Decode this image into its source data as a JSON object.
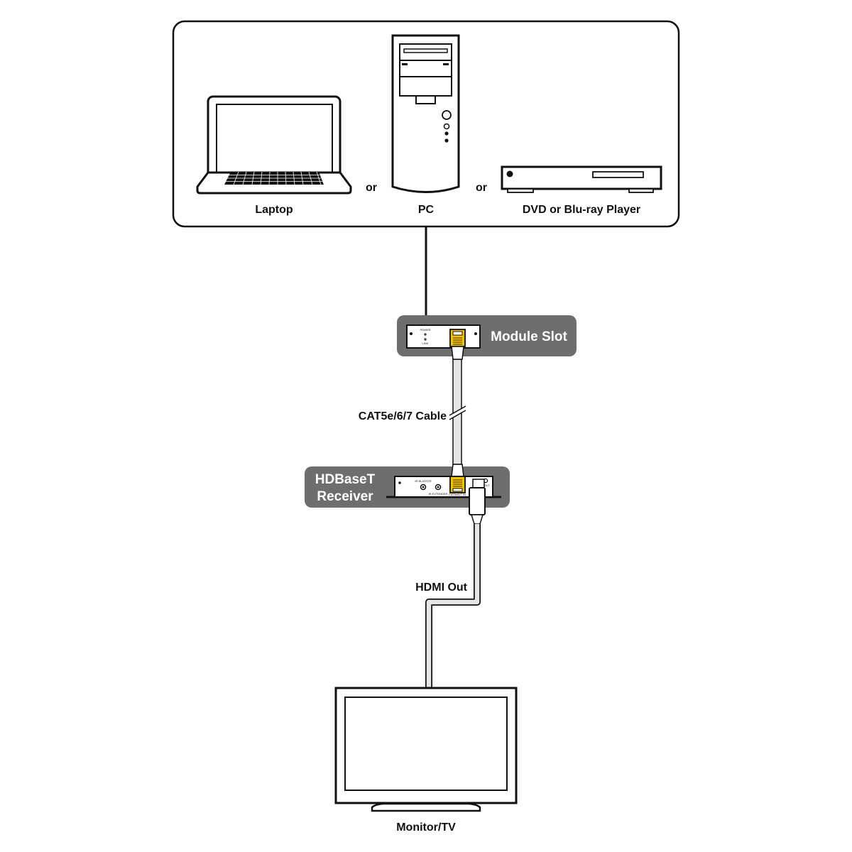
{
  "sources": {
    "laptop_label": "Laptop",
    "pc_label": "PC",
    "dvd_label": "DVD or Blu-ray Player",
    "or_1": "or",
    "or_2": "or"
  },
  "module_slot": {
    "label": "Module Slot",
    "panel_power": "POWER",
    "panel_link": "LINK"
  },
  "cable": {
    "label": "CAT5e/6/7 Cable"
  },
  "receiver": {
    "label_line1": "HDBaseT",
    "label_line2": "Receiver",
    "panel_ir_blaster": "IR BLASTER",
    "panel_ir_extender": "IR EXTENDER",
    "panel_hdmi_out": "HDMI OUT",
    "panel_cat": "CAT5e/6/7 IN"
  },
  "hdmi": {
    "label": "HDMI Out"
  },
  "display": {
    "label": "Monitor/TV"
  },
  "colors": {
    "tag_fill": "#6e6e6e",
    "line": "#111111",
    "rj45_yellow": "#f2c200",
    "cable_fill": "#e6e6e6"
  }
}
